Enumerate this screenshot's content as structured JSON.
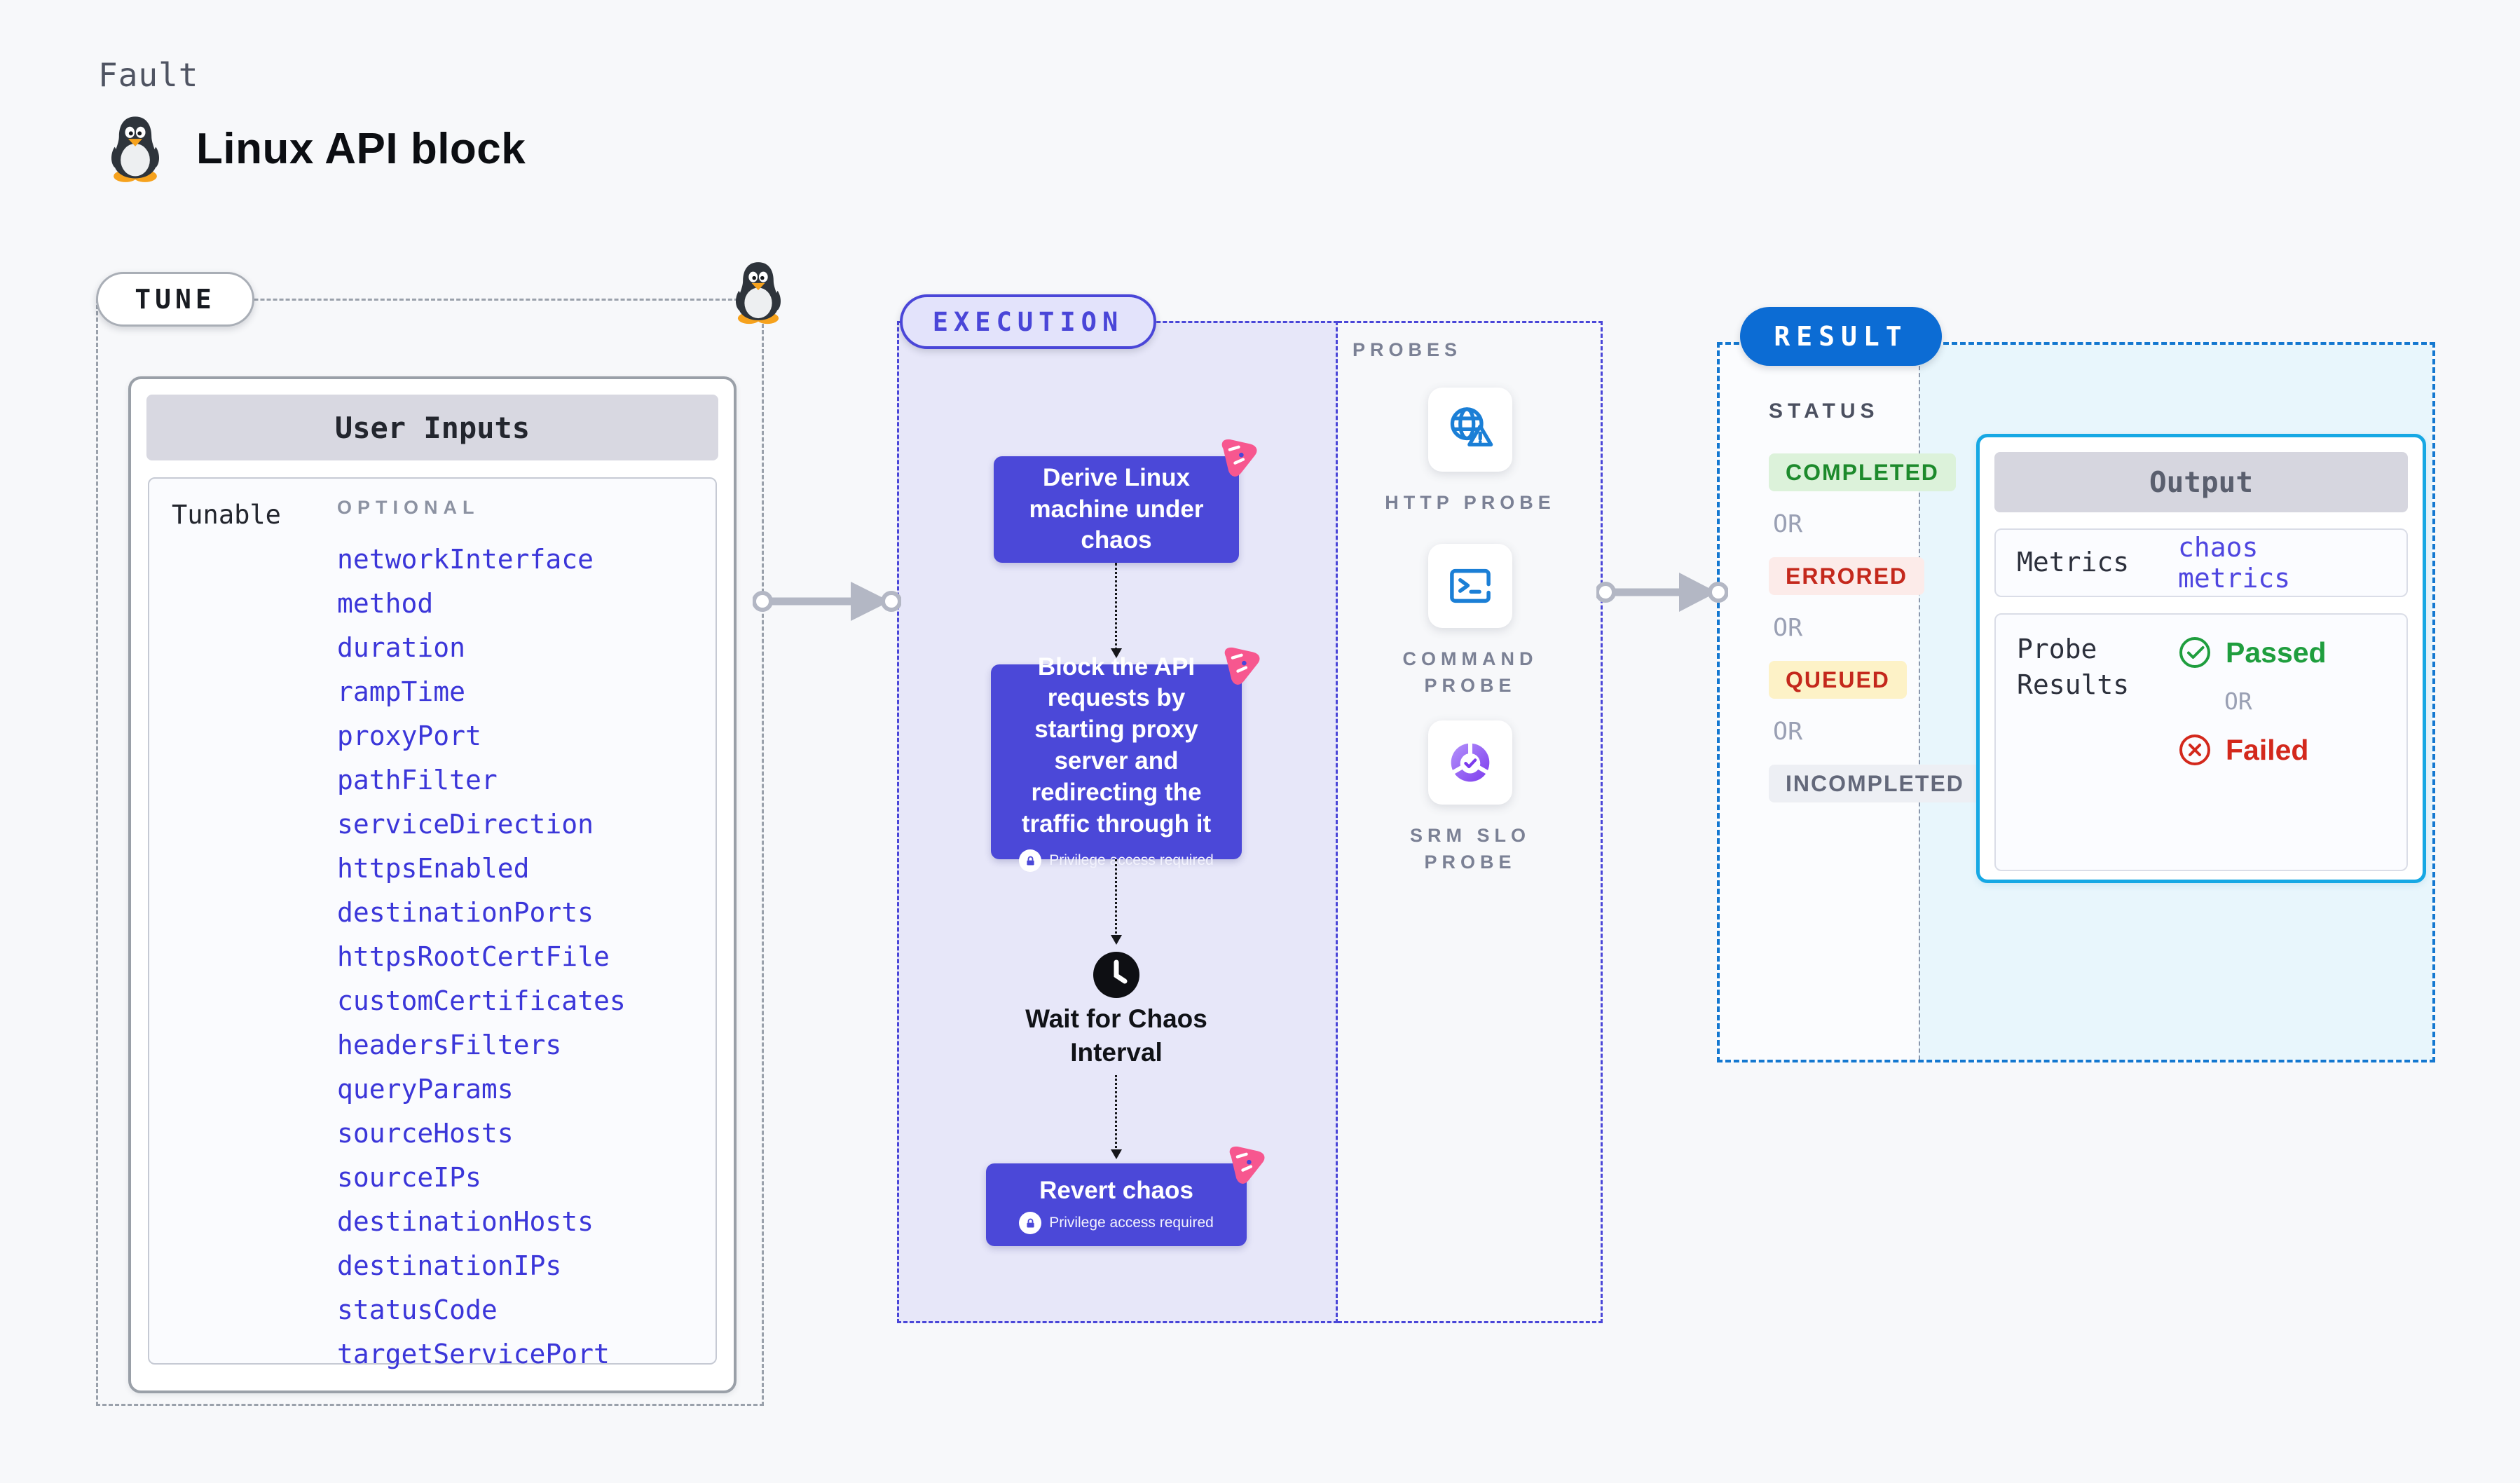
{
  "page": {
    "kicker": "Fault",
    "title": "Linux API block"
  },
  "tune": {
    "badge": "TUNE",
    "card_title": "User Inputs",
    "row_label": "Tunable",
    "col_header": "OPTIONAL",
    "params": [
      "networkInterface",
      "method",
      "duration",
      "rampTime",
      "proxyPort",
      "pathFilter",
      "serviceDirection",
      "httpsEnabled",
      "destinationPorts",
      "httpsRootCertFile",
      "customCertificates",
      "headersFilters",
      "queryParams",
      "sourceHosts",
      "sourceIPs",
      "destinationHosts",
      "destinationIPs",
      "statusCode",
      "targetServicePort"
    ]
  },
  "execution": {
    "badge": "EXECUTION",
    "steps": [
      {
        "label": "Derive Linux machine under chaos"
      },
      {
        "label": "Block the API requests by starting proxy server and redirecting the traffic through it",
        "privilege": "Privilege access required"
      },
      {
        "label": "Wait for Chaos Interval"
      },
      {
        "label": "Revert chaos",
        "privilege": "Privilege access required"
      }
    ]
  },
  "probes": {
    "heading": "PROBES",
    "items": [
      {
        "label": "HTTP PROBE",
        "icon": "globe-warning-icon"
      },
      {
        "label": "COMMAND PROBE",
        "icon": "terminal-icon"
      },
      {
        "label": "SRM SLO PROBE",
        "icon": "slo-chart-icon"
      }
    ]
  },
  "result": {
    "badge": "RESULT",
    "status_heading": "STATUS",
    "or": "OR",
    "statuses": [
      {
        "label": "COMPLETED",
        "bg": "#dcf2da",
        "fg": "#1d8a2c"
      },
      {
        "label": "ERRORED",
        "bg": "#fcebe9",
        "fg": "#c4281c"
      },
      {
        "label": "QUEUED",
        "bg": "#fdf2c7",
        "fg": "#c4281c"
      },
      {
        "label": "INCOMPLETED",
        "bg": "#edeff4",
        "fg": "#63687a"
      }
    ],
    "output": {
      "title": "Output",
      "metrics_label": "Metrics",
      "metrics_value": "chaos metrics",
      "probe_label": "Probe Results",
      "passed": "Passed",
      "or": "OR",
      "failed": "Failed"
    }
  },
  "colors": {
    "page_bg": "#f7f8fa",
    "indigo_accent": "#4a46d8",
    "node_bg": "#4b48d8",
    "execution_bg": "#e7e7f9",
    "pink_chaos": "#f7578f",
    "result_blue": "#0c6cd4",
    "result_dash": "#1478d0",
    "output_border": "#16a8e4",
    "output_bg": "#e8f6fc",
    "param_link": "#3b36d9",
    "probe_icon_blue": "#1b7fd6",
    "passed_green": "#1f9e3e",
    "failed_red": "#d3281c"
  }
}
